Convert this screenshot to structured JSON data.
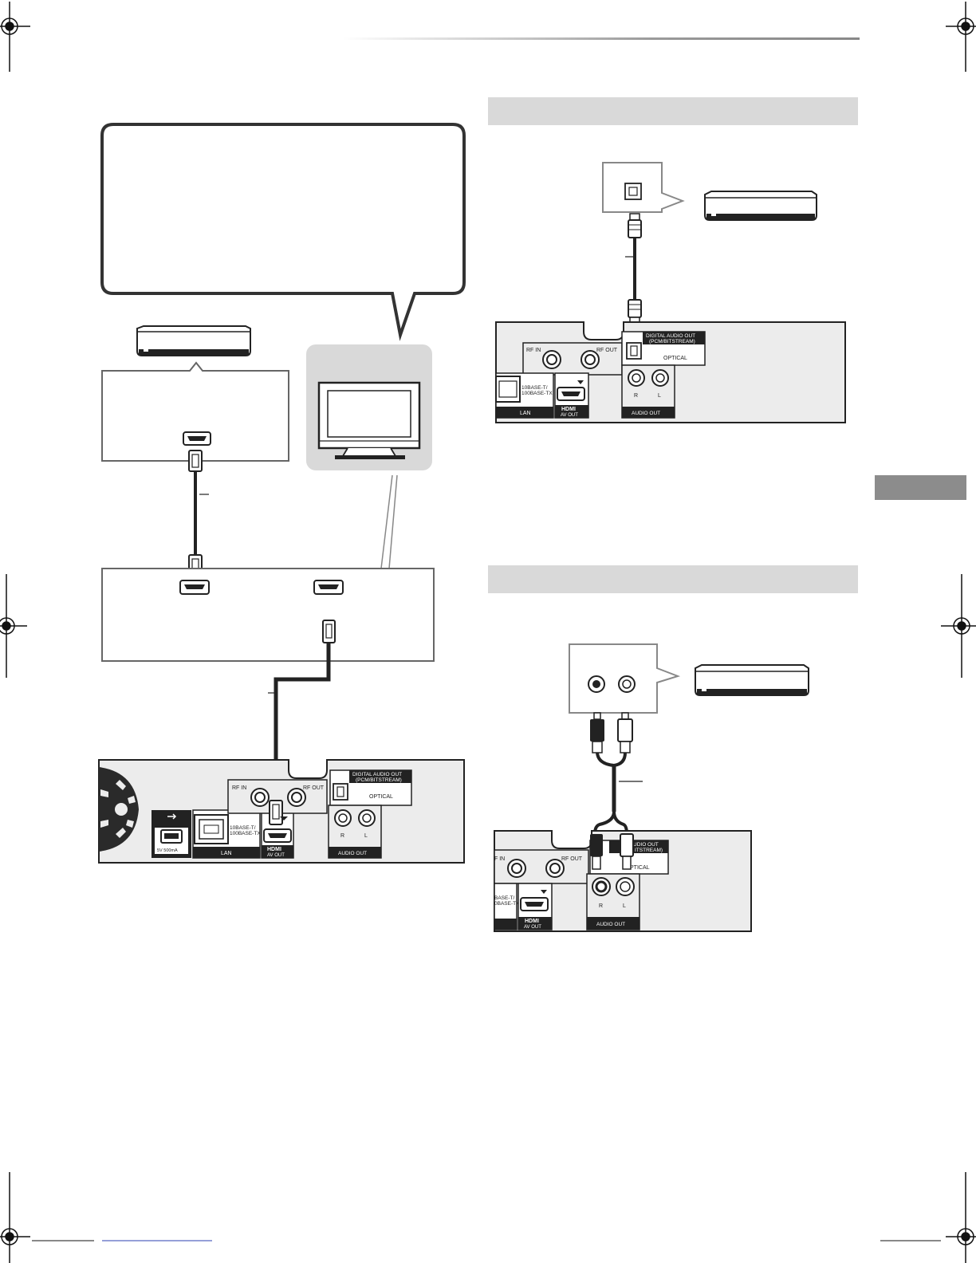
{
  "panel": {
    "rf_in": "RF IN",
    "rf_out": "RF OUT",
    "digital_audio_out": "DIGITAL AUDIO OUT",
    "pcm_bitstream": "(PCM/BITSTREAM)",
    "optical": "OPTICAL",
    "lan_port_label": "10BASE-T/",
    "lan_port_label2": "100BASE-TX",
    "lan": "LAN",
    "hdmi_logo": "HDMI",
    "av_out": "AV OUT",
    "audio_out": "AUDIO OUT",
    "channel_r": "R",
    "channel_l": "L",
    "usb_power": "5V 500mA"
  },
  "crop_panel_optical": {
    "rf_in": "RF IN",
    "rf_out": "RF OUT",
    "lan_port_label": "10BASE-T/",
    "lan_port_label2": "100BASE-TX",
    "lan": "LAN",
    "av_out": "AV OUT",
    "audio_out": "AUDIO OUT",
    "digital_audio_out": "DIGITAL AUDIO OUT",
    "pcm_bitstream": "(PCM/BITSTREAM)",
    "optical": "OPTICAL",
    "channel_r": "R",
    "channel_l": "L"
  },
  "crop_panel_analog": {
    "rf_in": "F IN",
    "rf_out": "RF OUT",
    "lan_port_label": "BASE-T/",
    "lan_port_label2": "0BASE-TX",
    "av_out": "AV OUT",
    "audio_out": "AUDIO OUT",
    "digital_audio_out": "UDIO OUT",
    "pcm_bitstream": "ITSTREAM)",
    "optical": "PTICAL",
    "channel_r": "R",
    "channel_l": "L"
  }
}
